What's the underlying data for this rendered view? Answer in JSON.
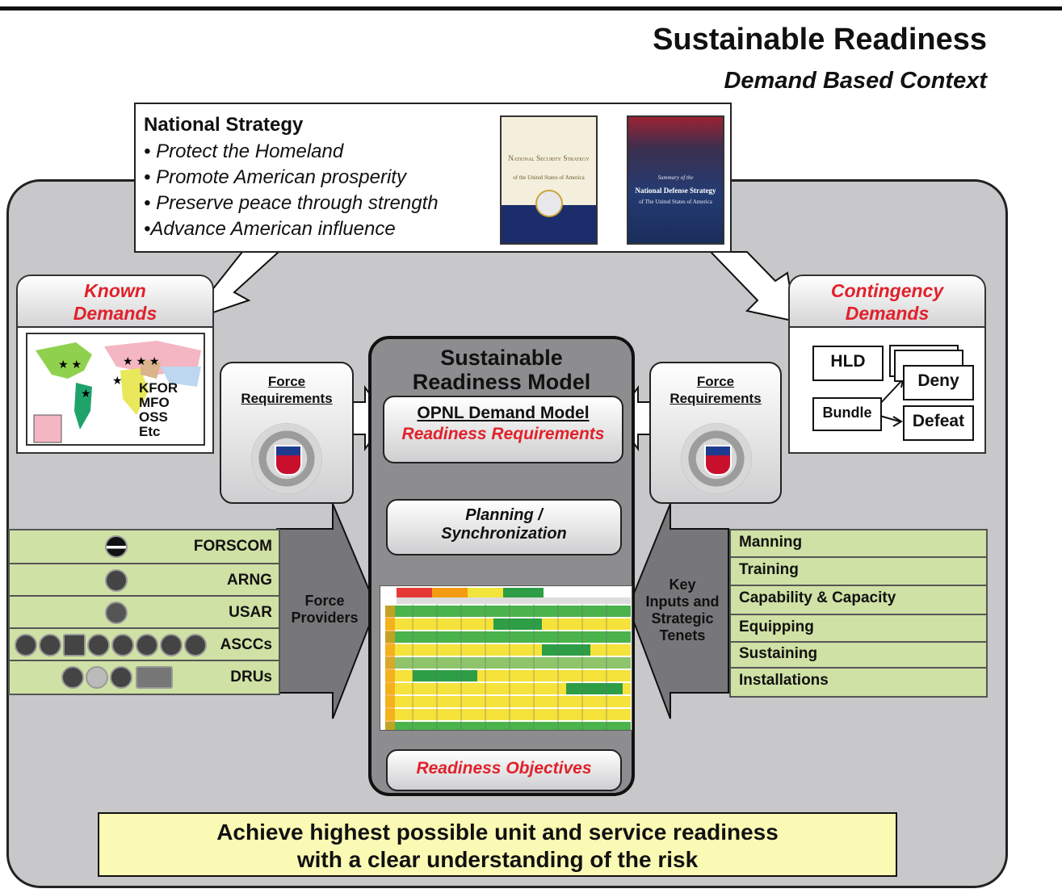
{
  "header": {
    "title": "Sustainable Readiness",
    "subtitle": "Demand Based Context"
  },
  "strategy": {
    "heading": "National Strategy",
    "items": [
      "• Protect the Homeland",
      "• Promote American prosperity",
      "• Preserve peace through strength",
      "•Advance American influence"
    ],
    "doc_nss_title": "National Security Strategy",
    "doc_nss_sub": "of the United States of America",
    "doc_nds_title": "National Defense Strategy",
    "doc_nds_sub": "of The United States of America",
    "doc_nds_top": "Summary of the"
  },
  "known_demands": {
    "heading_line1": "Known",
    "heading_line2": "Demands",
    "map_labels": [
      "KFOR",
      "MFO",
      "OSS",
      "Etc"
    ]
  },
  "contingency_demands": {
    "heading_line1": "Contingency",
    "heading_line2": "Demands",
    "boxes": {
      "hld": "HLD",
      "bundle": "Bundle",
      "deny": "Deny",
      "defeat": "Defeat"
    }
  },
  "force_requirements": {
    "left_line1": "Force",
    "left_line2": "Requirements",
    "right_line1": "Force",
    "right_line2": "Requirements"
  },
  "srm": {
    "title_line1": "Sustainable",
    "title_line2": "Readiness Model",
    "opnl_title": "OPNL Demand Model",
    "opnl_sub": "Readiness Requirements",
    "planning_line1": "Planning /",
    "planning_line2": "Synchronization",
    "objectives": "Readiness Objectives"
  },
  "force_providers": {
    "label_line1": "Force",
    "label_line2": "Providers",
    "rows": [
      "FORSCOM",
      "ARNG",
      "USAR",
      "ASCCs",
      "DRUs"
    ]
  },
  "key_inputs": {
    "label_line1": "Key",
    "label_line2": "Inputs and",
    "label_line3": "Strategic",
    "label_line4": "Tenets",
    "rows": [
      "Manning",
      "Training",
      "Capability & Capacity",
      "Equipping",
      "Sustaining",
      "Installations"
    ]
  },
  "banner": {
    "line1": "Achieve highest possible unit and service readiness",
    "line2": "with a clear understanding of the risk"
  },
  "colors": {
    "red_heading": "#e0222b",
    "panel_gray": "#c8c8ca",
    "row_green": "#cfe1a4",
    "banner_yellow": "#fafab4"
  }
}
